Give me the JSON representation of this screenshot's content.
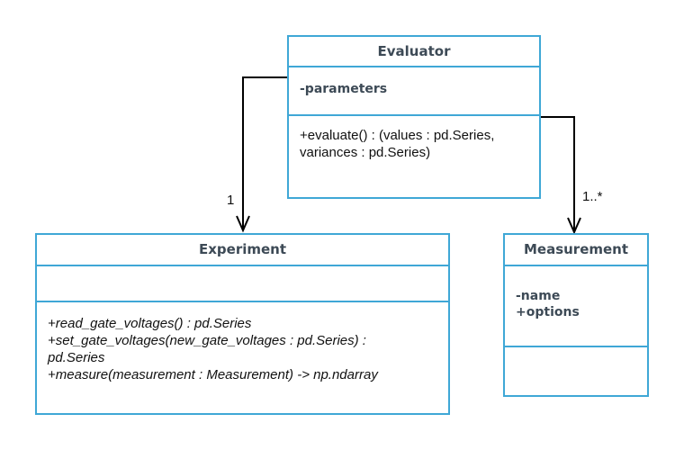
{
  "classes": {
    "evaluator": {
      "name": "Evaluator",
      "attributes": [
        "-parameters"
      ],
      "operations": [
        "+evaluate() : (values : pd.Series,",
        "variances : pd.Series)"
      ]
    },
    "experiment": {
      "name": "Experiment",
      "attributes": [],
      "operations": [
        "+read_gate_voltages() : pd.Series",
        "+set_gate_voltages(new_gate_voltages : pd.Series) :",
        "pd.Series",
        "+measure(measurement : Measurement) -> np.ndarray"
      ]
    },
    "measurement": {
      "name": "Measurement",
      "attributes": [
        "-name",
        "+options"
      ],
      "operations": []
    }
  },
  "associations": {
    "evaluator_experiment": {
      "multiplicity": "1"
    },
    "evaluator_measurement": {
      "multiplicity": "1..*"
    }
  },
  "colors": {
    "box_border": "#3fa7d6",
    "title_text": "#3d4a56",
    "connector": "#000000"
  }
}
